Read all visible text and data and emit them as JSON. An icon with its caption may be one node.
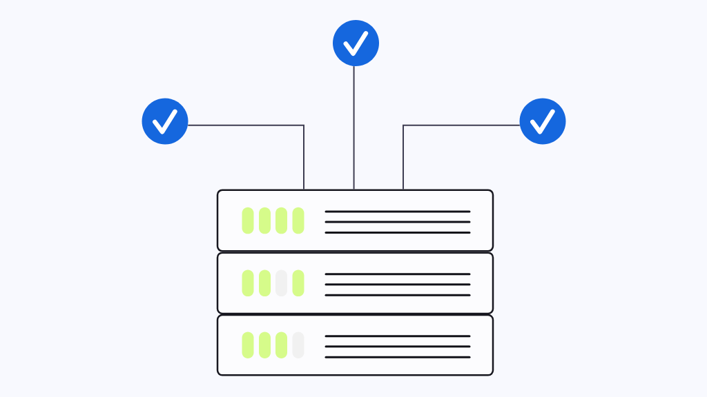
{
  "diagram": {
    "nodes": [
      {
        "text": [],
        "shape": "circle"
      },
      {
        "text": [],
        "shape": "circle"
      },
      {
        "text": [],
        "shape": "circle"
      },
      {
        "text": [],
        "shape": "box"
      },
      {
        "text": [],
        "shape": "box"
      },
      {
        "text": [],
        "shape": "box"
      }
    ],
    "edges": [
      {
        "from": 1,
        "to": 3,
        "arrow": "none"
      },
      {
        "from": 0,
        "to": 3,
        "arrow": "none"
      },
      {
        "from": 2,
        "to": 3,
        "arrow": "none"
      }
    ]
  }
}
